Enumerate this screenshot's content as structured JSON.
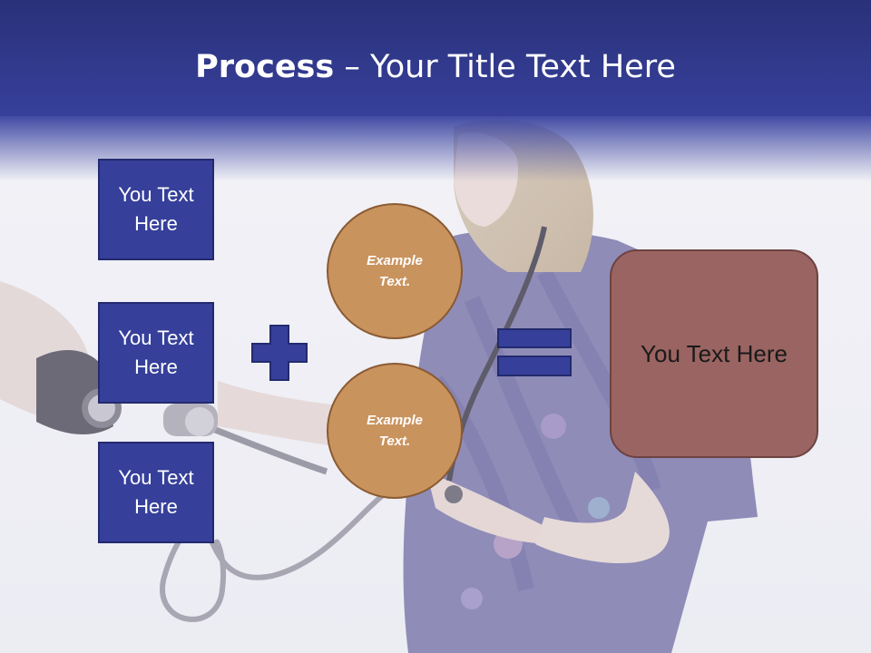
{
  "slide": {
    "title_bold": "Process",
    "title_rest": " – Your Title Text Here"
  },
  "boxes": [
    {
      "label": "You Text Here"
    },
    {
      "label": "You Text Here"
    },
    {
      "label": "You Text Here"
    }
  ],
  "circles": [
    {
      "label": "Example Text."
    },
    {
      "label": "Example Text."
    }
  ],
  "result": {
    "label": "You Text Here"
  },
  "colors": {
    "header": "#2c347f",
    "box_fill": "#36409a",
    "circle_fill": "#c9935e",
    "result_fill": "#996461",
    "operator": "#36409a"
  },
  "icons": [
    "plus-icon",
    "equals-icon"
  ]
}
